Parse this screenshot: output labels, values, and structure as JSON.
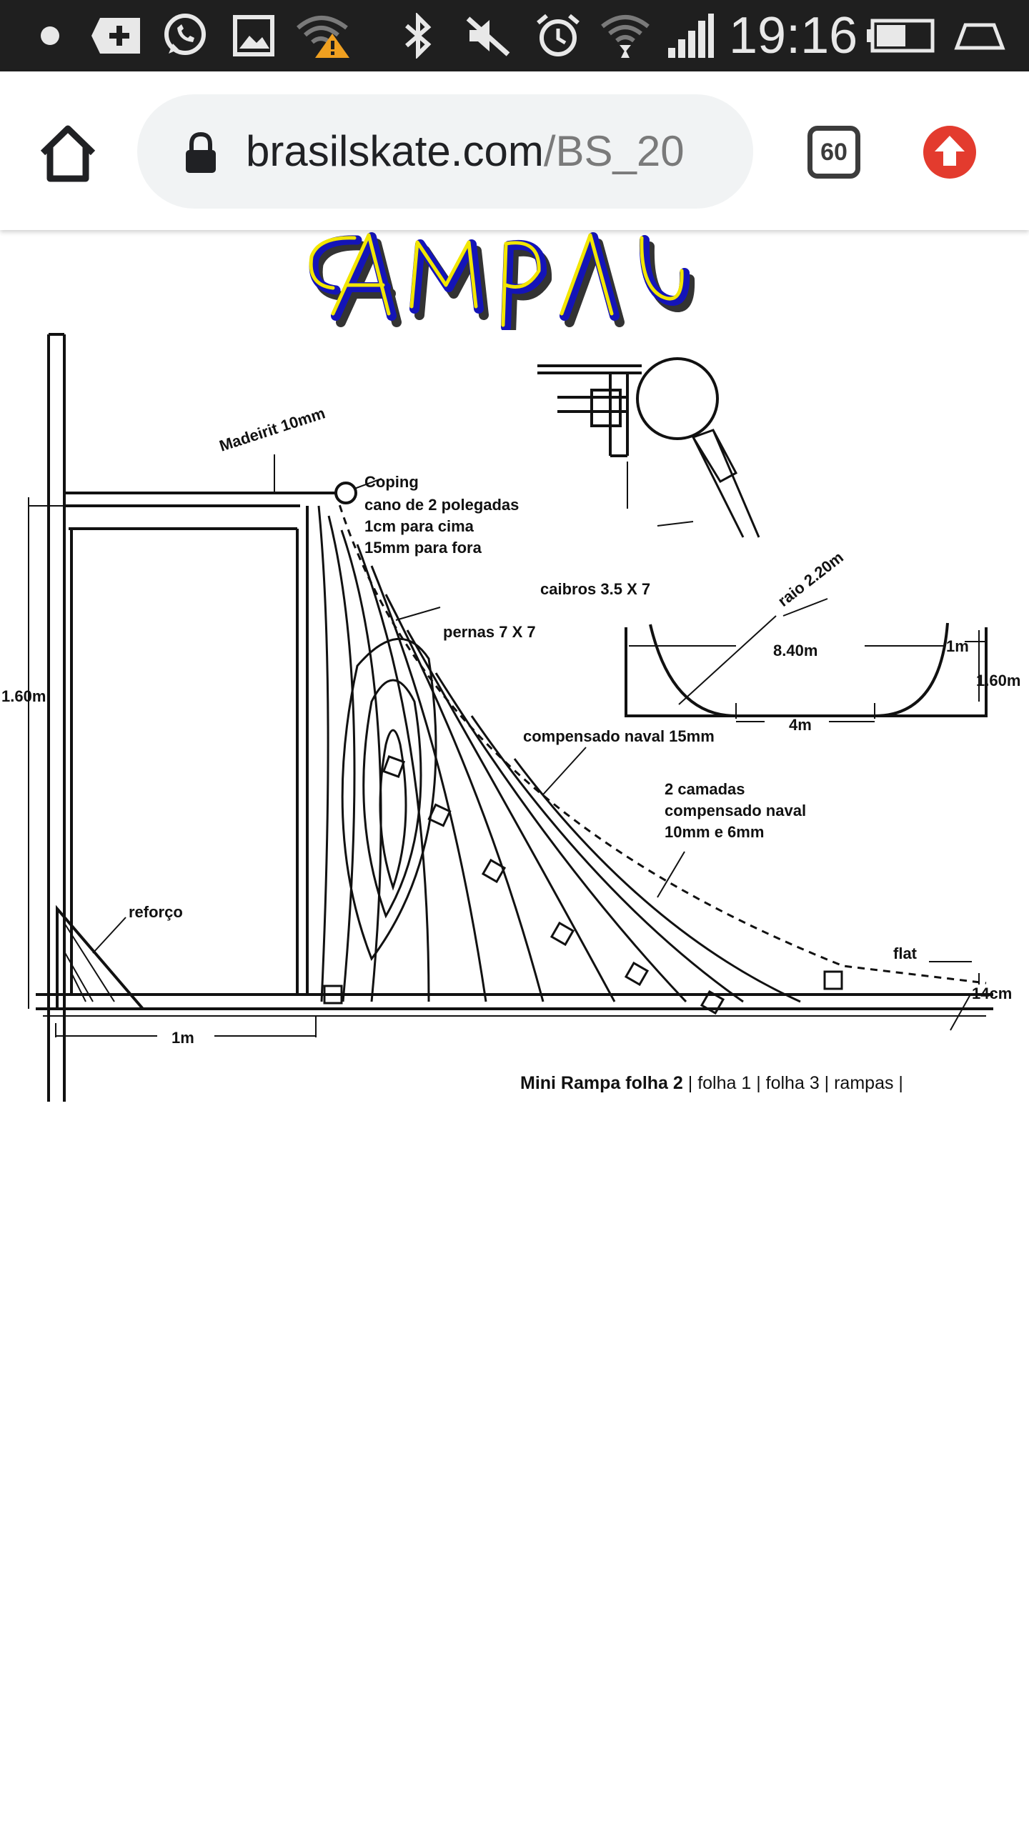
{
  "status_bar": {
    "time": "19:16",
    "icons": [
      "dot-icon",
      "plus-box-icon",
      "whatsapp-icon",
      "gallery-icon",
      "wifi-warning-icon",
      "bluetooth-icon",
      "mute-icon",
      "alarm-icon",
      "wifi-icon",
      "signal-icon",
      "battery-icon",
      "hotspot-icon"
    ]
  },
  "browser": {
    "url_host": "brasilskate.com",
    "url_path": "/BS_20",
    "tab_count": "60",
    "icons": {
      "home": "home-icon",
      "lock": "lock-icon",
      "tabs": "tab-switcher-icon",
      "update": "update-arrow-icon"
    }
  },
  "page": {
    "caption": {
      "bold": "Mini Rampa folha 2",
      "sep1": " | ",
      "link1": "folha 1",
      "sep2": " | ",
      "link2": "folha 3",
      "sep3": " | ",
      "link3": "rampas",
      "sep4": " |"
    },
    "diagram_labels": {
      "coping_1": "Coping",
      "coping_2": "cano de 2 polegadas",
      "coping_3": "1cm para cima",
      "coping_4": "15mm para fora",
      "madeirit": "Madeirit 10mm",
      "caibros": "caibros 3.5 X 7",
      "pernas": "pernas 7 X 7",
      "raio": "raio 2.20m",
      "width": "8.40m",
      "lip": "1m",
      "height_right": "1.60m",
      "flat_width": "4m",
      "height_left": "1.60m",
      "compensado": "compensado naval 15mm",
      "camadas_1": "2 camadas",
      "camadas_2": "compensado naval",
      "camadas_3": "10mm e 6mm",
      "reforco": "reforço",
      "flat": "flat",
      "flat_height": "14cm",
      "base": "1m"
    }
  }
}
